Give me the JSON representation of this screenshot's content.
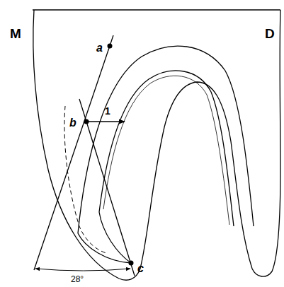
{
  "diagram": {
    "labels": [
      "M",
      "D",
      "a",
      "b",
      "c",
      "1",
      "28°"
    ]
  }
}
